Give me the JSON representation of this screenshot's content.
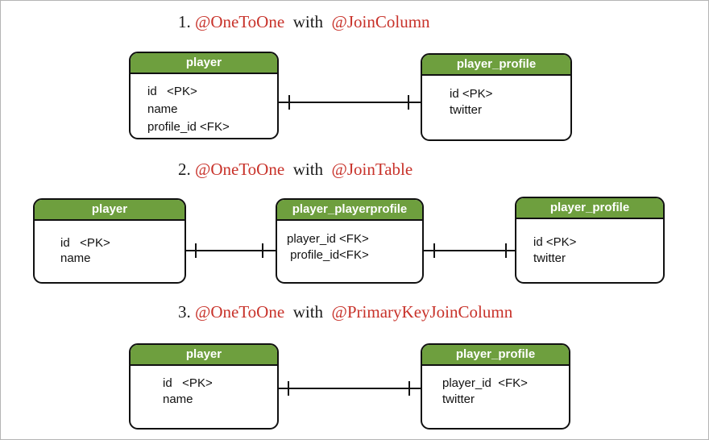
{
  "diagrams": [
    {
      "number": "1.",
      "relation": "@OneToOne",
      "with": "with",
      "strategy": "@JoinColumn",
      "entities": [
        {
          "name": "player",
          "attributes": [
            "id   <PK>",
            "name",
            "profile_id <FK>"
          ]
        },
        {
          "name": "player_profile",
          "attributes": [
            "id <PK>",
            "twitter"
          ]
        }
      ]
    },
    {
      "number": "2.",
      "relation": "@OneToOne",
      "with": "with",
      "strategy": "@JoinTable",
      "entities": [
        {
          "name": "player",
          "attributes": [
            "id   <PK>",
            "name"
          ]
        },
        {
          "name": "player_playerprofile",
          "attributes": [
            "player_id <FK>",
            " profile_id<FK>"
          ]
        },
        {
          "name": "player_profile",
          "attributes": [
            "id <PK>",
            "twitter"
          ]
        }
      ]
    },
    {
      "number": "3.",
      "relation": "@OneToOne",
      "with": "with",
      "strategy": "@PrimaryKeyJoinColumn",
      "entities": [
        {
          "name": "player",
          "attributes": [
            "id   <PK>",
            "name"
          ]
        },
        {
          "name": "player_profile",
          "attributes": [
            "player_id  <FK>",
            "twitter"
          ]
        }
      ]
    }
  ],
  "colors": {
    "header_fill": "#6e9f3e",
    "annotation": "#c8322a",
    "outline": "#111111"
  }
}
